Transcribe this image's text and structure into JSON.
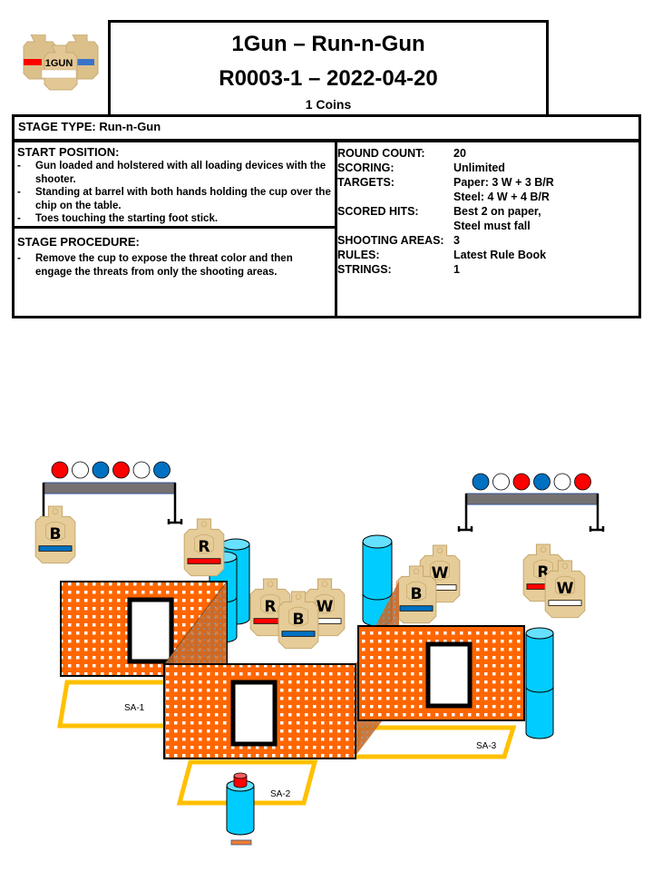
{
  "logo": {
    "text": "1GUN"
  },
  "header": {
    "title": "1Gun – Run-n-Gun",
    "subtitle": "R0003-1 – 2022-04-20",
    "coins": "1 Coins"
  },
  "stage_type": "STAGE TYPE: Run-n-Gun",
  "start_position": {
    "heading": "START POSITION:",
    "items": [
      "Gun loaded and holstered with all loading devices with the shooter.",
      "Standing at barrel with both hands holding the cup over the chip on the table.",
      "Toes touching the starting foot stick."
    ]
  },
  "stage_procedure": {
    "heading": "STAGE PROCEDURE:",
    "items": [
      "Remove the cup to expose the threat color and then engage the threats from only the shooting areas."
    ]
  },
  "details": [
    {
      "key": "ROUND COUNT:",
      "value": "20"
    },
    {
      "key": "SCORING:",
      "value": "Unlimited"
    },
    {
      "key": "TARGETS:",
      "value": "Paper: 3 W + 3 B/R"
    },
    {
      "key": "",
      "value": "Steel:  4 W + 4 B/R"
    },
    {
      "key": "SCORED HITS:",
      "value": "Best 2 on paper,"
    },
    {
      "key": "",
      "value": "Steel must fall"
    },
    {
      "key": "SHOOTING AREAS:",
      "value": "3"
    },
    {
      "key": "RULES:",
      "value": "Latest Rule Book"
    },
    {
      "key": "STRINGS:",
      "value": "1"
    }
  ],
  "diagram": {
    "shooting_areas": [
      "SA-1",
      "SA-2",
      "SA-3"
    ],
    "steel_racks": [
      {
        "name": "left",
        "plates": [
          "red",
          "white",
          "blue",
          "red",
          "white",
          "blue"
        ]
      },
      {
        "name": "right",
        "plates": [
          "blue",
          "white",
          "red",
          "blue",
          "white",
          "red"
        ]
      }
    ],
    "paper_targets": [
      {
        "letter": "B",
        "band": "blue"
      },
      {
        "letter": "R",
        "band": "red"
      },
      {
        "letter": "R",
        "band": "red"
      },
      {
        "letter": "W",
        "band": "white"
      },
      {
        "letter": "B",
        "band": "blue"
      },
      {
        "letter": "W",
        "band": "white"
      },
      {
        "letter": "B",
        "band": "blue"
      },
      {
        "letter": "R",
        "band": "red"
      },
      {
        "letter": "W",
        "band": "white"
      }
    ],
    "colors": {
      "red": "#ff0000",
      "white": "#ffffff",
      "blue": "#0070c0",
      "wall": "#ff6600",
      "barrel": "#00ccff",
      "shooting_area": "#ffc000",
      "target": "#e8d0a0"
    }
  }
}
